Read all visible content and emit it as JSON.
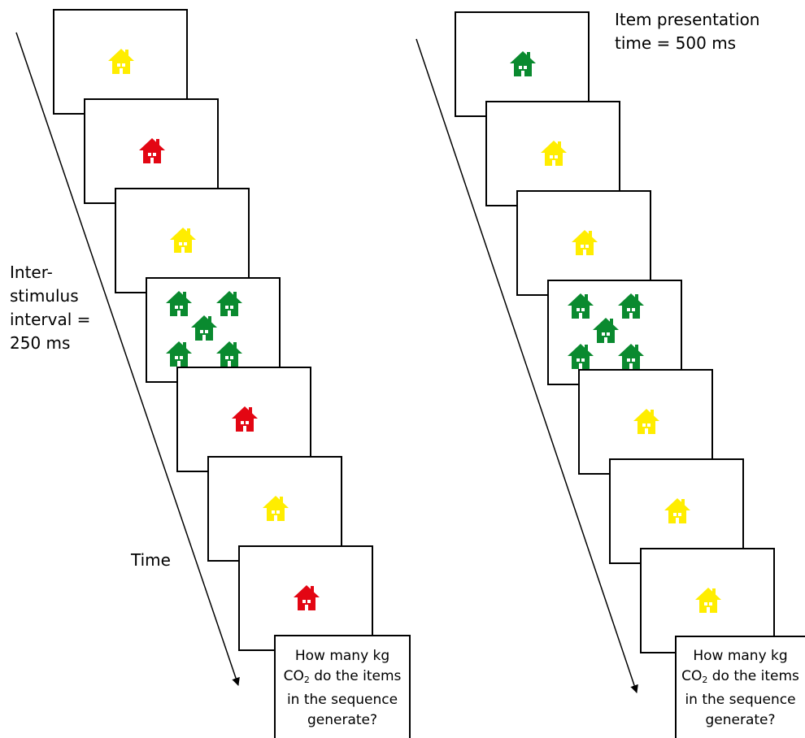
{
  "colors": {
    "red": "#e30613",
    "yellow": "#ffed00",
    "green": "#0a8a2f",
    "frame": "#000000"
  },
  "labels": {
    "isi": [
      "Inter-",
      "stimulus",
      "interval =",
      "250 ms"
    ],
    "time": "Time",
    "presentation": [
      "Item presentation",
      "time = 500 ms"
    ]
  },
  "question": {
    "line1": "How many kg",
    "co2_prefix": "CO",
    "co2_sub": "2",
    "line2_rest": " do the items",
    "line3": "in the sequence",
    "line4": "generate?"
  },
  "sequences": [
    {
      "name": "left",
      "items": [
        "yellow",
        "red",
        "yellow",
        "green-group",
        "red",
        "yellow",
        "red"
      ]
    },
    {
      "name": "right",
      "items": [
        "green",
        "yellow",
        "yellow",
        "green-group",
        "yellow",
        "yellow",
        "yellow"
      ]
    }
  ],
  "icons": {
    "house": "house-icon"
  }
}
